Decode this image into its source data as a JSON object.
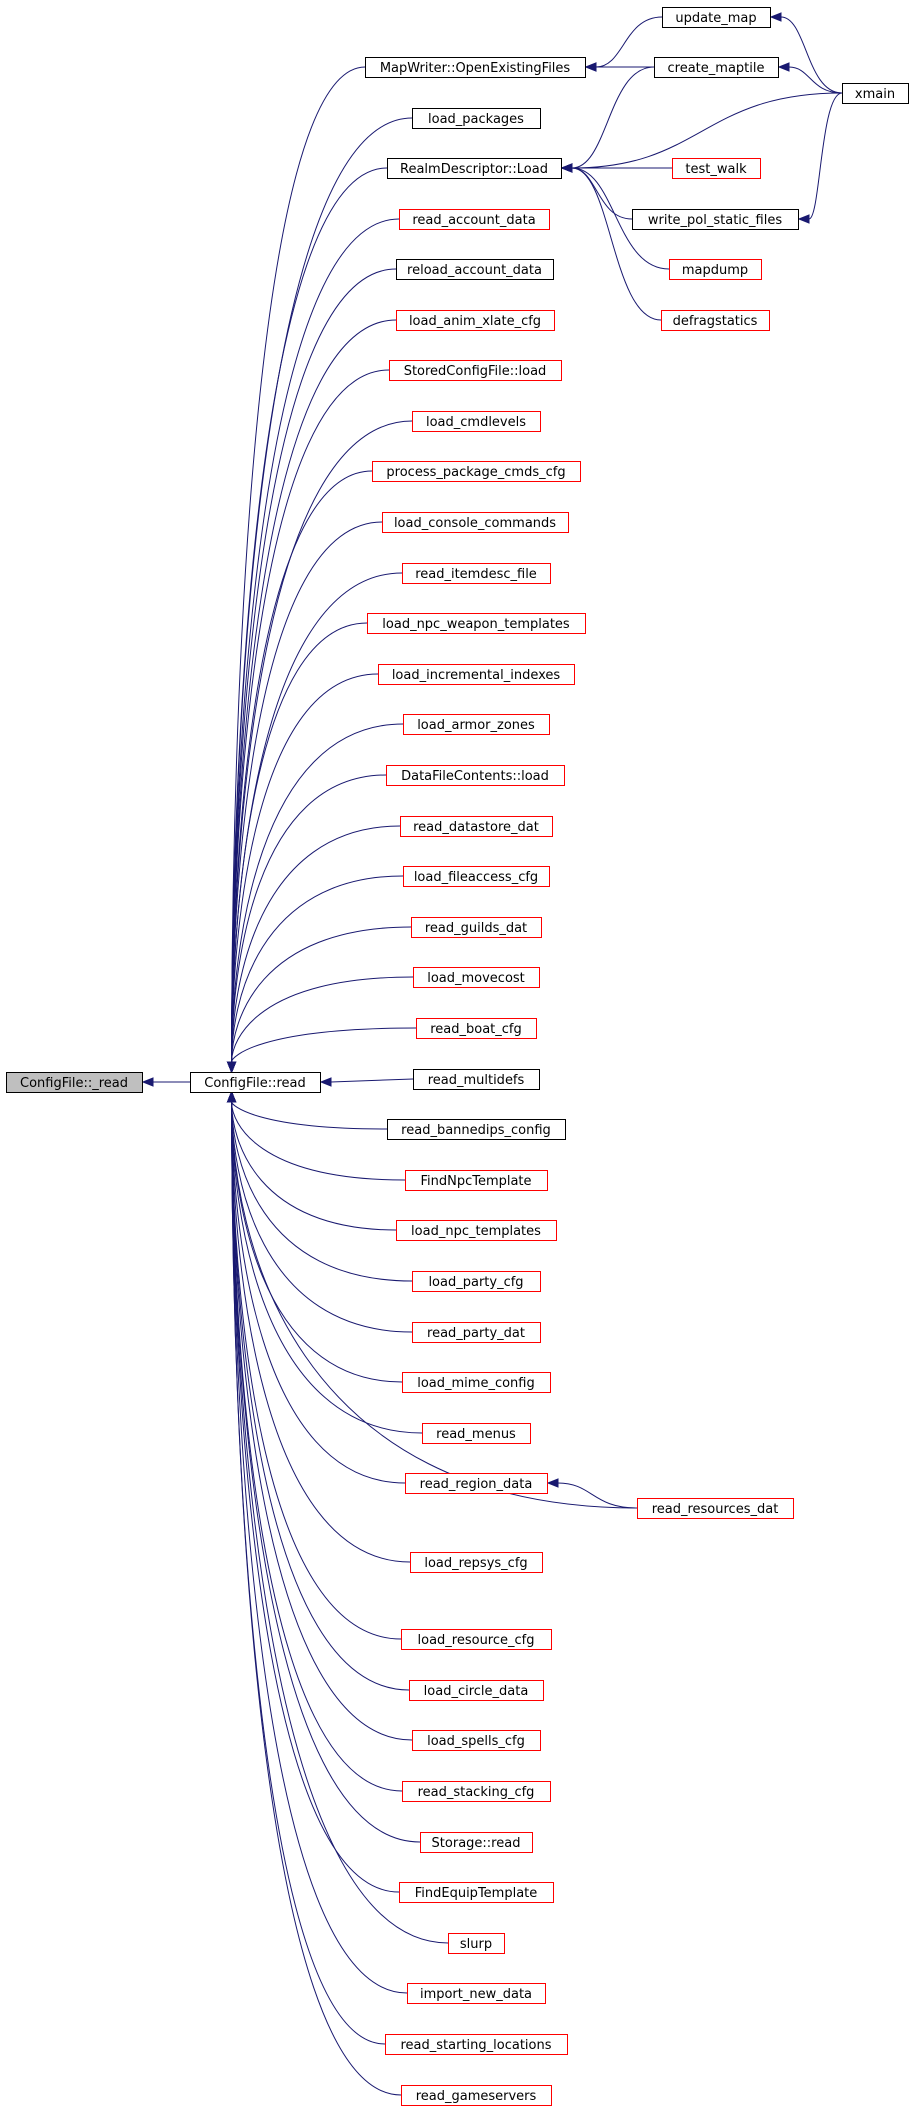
{
  "colors": {
    "edge": "#191970",
    "border_normal": "#000000",
    "border_linked": "#ff0000",
    "focus_fill": "#bfbfbf",
    "node_fill": "#ffffff"
  },
  "nodes": [
    {
      "id": "cf_read_priv",
      "label": "ConfigFile::_read",
      "style": "focus"
    },
    {
      "id": "cf_read",
      "label": "ConfigFile::read",
      "style": "black"
    },
    {
      "id": "mw_open",
      "label": "MapWriter::OpenExistingFiles",
      "style": "black"
    },
    {
      "id": "load_packages",
      "label": "load_packages",
      "style": "black"
    },
    {
      "id": "realm_load",
      "label": "RealmDescriptor::Load",
      "style": "black"
    },
    {
      "id": "read_account_data",
      "label": "read_account_data",
      "style": "red"
    },
    {
      "id": "reload_account_data",
      "label": "reload_account_data",
      "style": "black"
    },
    {
      "id": "load_anim_xlate_cfg",
      "label": "load_anim_xlate_cfg",
      "style": "red"
    },
    {
      "id": "stored_cfg_load",
      "label": "StoredConfigFile::load",
      "style": "red"
    },
    {
      "id": "load_cmdlevels",
      "label": "load_cmdlevels",
      "style": "red"
    },
    {
      "id": "process_package_cmds_cfg",
      "label": "process_package_cmds_cfg",
      "style": "red"
    },
    {
      "id": "load_console_commands",
      "label": "load_console_commands",
      "style": "red"
    },
    {
      "id": "read_itemdesc_file",
      "label": "read_itemdesc_file",
      "style": "red"
    },
    {
      "id": "load_npc_weapon_templates",
      "label": "load_npc_weapon_templates",
      "style": "red"
    },
    {
      "id": "load_incremental_indexes",
      "label": "load_incremental_indexes",
      "style": "red"
    },
    {
      "id": "load_armor_zones",
      "label": "load_armor_zones",
      "style": "red"
    },
    {
      "id": "datafile_load",
      "label": "DataFileContents::load",
      "style": "red"
    },
    {
      "id": "read_datastore_dat",
      "label": "read_datastore_dat",
      "style": "red"
    },
    {
      "id": "load_fileaccess_cfg",
      "label": "load_fileaccess_cfg",
      "style": "red"
    },
    {
      "id": "read_guilds_dat",
      "label": "read_guilds_dat",
      "style": "red"
    },
    {
      "id": "load_movecost",
      "label": "load_movecost",
      "style": "red"
    },
    {
      "id": "read_boat_cfg",
      "label": "read_boat_cfg",
      "style": "red"
    },
    {
      "id": "read_multidefs",
      "label": "read_multidefs",
      "style": "black"
    },
    {
      "id": "read_bannedips_config",
      "label": "read_bannedips_config",
      "style": "black"
    },
    {
      "id": "find_npc_template",
      "label": "FindNpcTemplate",
      "style": "red"
    },
    {
      "id": "load_npc_templates",
      "label": "load_npc_templates",
      "style": "red"
    },
    {
      "id": "load_party_cfg",
      "label": "load_party_cfg",
      "style": "red"
    },
    {
      "id": "read_party_dat",
      "label": "read_party_dat",
      "style": "red"
    },
    {
      "id": "load_mime_config",
      "label": "load_mime_config",
      "style": "red"
    },
    {
      "id": "read_menus",
      "label": "read_menus",
      "style": "red"
    },
    {
      "id": "read_region_data",
      "label": "read_region_data",
      "style": "red"
    },
    {
      "id": "load_repsys_cfg",
      "label": "load_repsys_cfg",
      "style": "red"
    },
    {
      "id": "load_resource_cfg",
      "label": "load_resource_cfg",
      "style": "red"
    },
    {
      "id": "load_circle_data",
      "label": "load_circle_data",
      "style": "red"
    },
    {
      "id": "load_spells_cfg",
      "label": "load_spells_cfg",
      "style": "red"
    },
    {
      "id": "read_stacking_cfg",
      "label": "read_stacking_cfg",
      "style": "red"
    },
    {
      "id": "storage_read",
      "label": "Storage::read",
      "style": "red"
    },
    {
      "id": "find_equip_template",
      "label": "FindEquipTemplate",
      "style": "red"
    },
    {
      "id": "slurp",
      "label": "slurp",
      "style": "red"
    },
    {
      "id": "import_new_data",
      "label": "import_new_data",
      "style": "red"
    },
    {
      "id": "read_starting_locations",
      "label": "read_starting_locations",
      "style": "red"
    },
    {
      "id": "read_gameservers",
      "label": "read_gameservers",
      "style": "red"
    },
    {
      "id": "update_map",
      "label": "update_map",
      "style": "black"
    },
    {
      "id": "create_maptile",
      "label": "create_maptile",
      "style": "black"
    },
    {
      "id": "test_walk",
      "label": "test_walk",
      "style": "red"
    },
    {
      "id": "write_pol_static_files",
      "label": "write_pol_static_files",
      "style": "black"
    },
    {
      "id": "mapdump",
      "label": "mapdump",
      "style": "red"
    },
    {
      "id": "defragstatics",
      "label": "defragstatics",
      "style": "red"
    },
    {
      "id": "read_resources_dat",
      "label": "read_resources_dat",
      "style": "red"
    },
    {
      "id": "xmain",
      "label": "xmain",
      "style": "black"
    }
  ],
  "edges": [
    {
      "from": "cf_read",
      "to": "cf_read_priv"
    },
    {
      "from": "mw_open",
      "to": "cf_read"
    },
    {
      "from": "load_packages",
      "to": "cf_read"
    },
    {
      "from": "realm_load",
      "to": "cf_read"
    },
    {
      "from": "read_account_data",
      "to": "cf_read"
    },
    {
      "from": "reload_account_data",
      "to": "cf_read"
    },
    {
      "from": "load_anim_xlate_cfg",
      "to": "cf_read"
    },
    {
      "from": "stored_cfg_load",
      "to": "cf_read"
    },
    {
      "from": "load_cmdlevels",
      "to": "cf_read"
    },
    {
      "from": "process_package_cmds_cfg",
      "to": "cf_read"
    },
    {
      "from": "load_console_commands",
      "to": "cf_read"
    },
    {
      "from": "read_itemdesc_file",
      "to": "cf_read"
    },
    {
      "from": "load_npc_weapon_templates",
      "to": "cf_read"
    },
    {
      "from": "load_incremental_indexes",
      "to": "cf_read"
    },
    {
      "from": "load_armor_zones",
      "to": "cf_read"
    },
    {
      "from": "datafile_load",
      "to": "cf_read"
    },
    {
      "from": "read_datastore_dat",
      "to": "cf_read"
    },
    {
      "from": "load_fileaccess_cfg",
      "to": "cf_read"
    },
    {
      "from": "read_guilds_dat",
      "to": "cf_read"
    },
    {
      "from": "load_movecost",
      "to": "cf_read"
    },
    {
      "from": "read_boat_cfg",
      "to": "cf_read"
    },
    {
      "from": "read_multidefs",
      "to": "cf_read"
    },
    {
      "from": "read_bannedips_config",
      "to": "cf_read"
    },
    {
      "from": "find_npc_template",
      "to": "cf_read"
    },
    {
      "from": "load_npc_templates",
      "to": "cf_read"
    },
    {
      "from": "load_party_cfg",
      "to": "cf_read"
    },
    {
      "from": "read_party_dat",
      "to": "cf_read"
    },
    {
      "from": "load_mime_config",
      "to": "cf_read"
    },
    {
      "from": "read_menus",
      "to": "cf_read"
    },
    {
      "from": "read_region_data",
      "to": "cf_read"
    },
    {
      "from": "read_resources_dat",
      "to": "cf_read"
    },
    {
      "from": "load_repsys_cfg",
      "to": "cf_read"
    },
    {
      "from": "load_resource_cfg",
      "to": "cf_read"
    },
    {
      "from": "load_circle_data",
      "to": "cf_read"
    },
    {
      "from": "load_spells_cfg",
      "to": "cf_read"
    },
    {
      "from": "read_stacking_cfg",
      "to": "cf_read"
    },
    {
      "from": "storage_read",
      "to": "cf_read"
    },
    {
      "from": "find_equip_template",
      "to": "cf_read"
    },
    {
      "from": "slurp",
      "to": "cf_read"
    },
    {
      "from": "import_new_data",
      "to": "cf_read"
    },
    {
      "from": "read_starting_locations",
      "to": "cf_read"
    },
    {
      "from": "read_gameservers",
      "to": "cf_read"
    },
    {
      "from": "update_map",
      "to": "mw_open"
    },
    {
      "from": "create_maptile",
      "to": "mw_open"
    },
    {
      "from": "create_maptile",
      "to": "realm_load"
    },
    {
      "from": "xmain",
      "to": "realm_load"
    },
    {
      "from": "test_walk",
      "to": "realm_load"
    },
    {
      "from": "write_pol_static_files",
      "to": "realm_load"
    },
    {
      "from": "mapdump",
      "to": "realm_load"
    },
    {
      "from": "defragstatics",
      "to": "realm_load"
    },
    {
      "from": "xmain",
      "to": "update_map"
    },
    {
      "from": "xmain",
      "to": "create_maptile"
    },
    {
      "from": "xmain",
      "to": "write_pol_static_files"
    },
    {
      "from": "read_resources_dat",
      "to": "read_region_data"
    }
  ]
}
